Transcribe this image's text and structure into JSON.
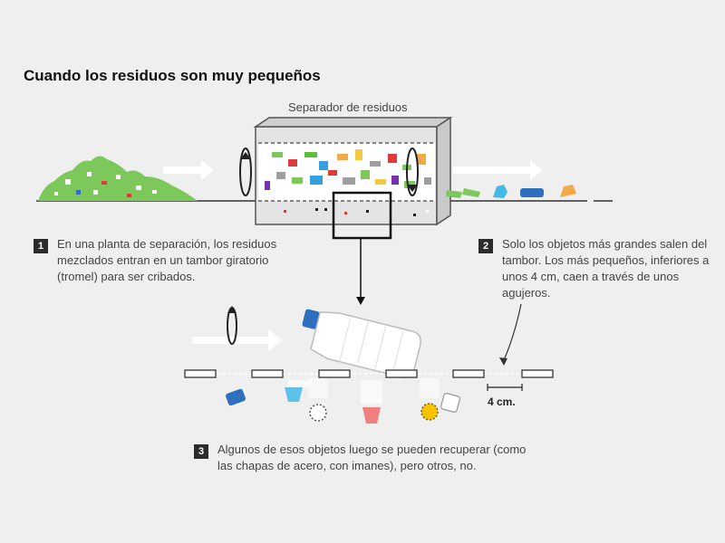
{
  "title": "Cuando los residuos son muy pequeños",
  "separator_label": "Separador de residuos",
  "steps": [
    {
      "number": "1",
      "text": "En una planta de separación, los residuos mezclados entran en un tambor giratorio (tromel) para ser cribados."
    },
    {
      "number": "2",
      "text": "Solo los objetos más grandes salen del tambor. Los más pequeños, inferiores a unos 4 cm, caen a través de unos agujeros."
    },
    {
      "number": "3",
      "text": "Algunos de esos objetos luego se pueden recuperar (como las chapas de acero, con imanes), pero otros, no."
    }
  ],
  "scale_label": "4 cm.",
  "colors": {
    "background": "#efefef",
    "waste_green": "#7cc85a",
    "arrow_white": "#ffffff",
    "outline_dark": "#222222",
    "bottle_blue": "#2e6fbf"
  },
  "icons": [
    "rotation-arrow-icon",
    "plastic-bottle-icon",
    "bottle-cap-icon",
    "coffee-capsule-icon",
    "steel-cap-icon"
  ]
}
